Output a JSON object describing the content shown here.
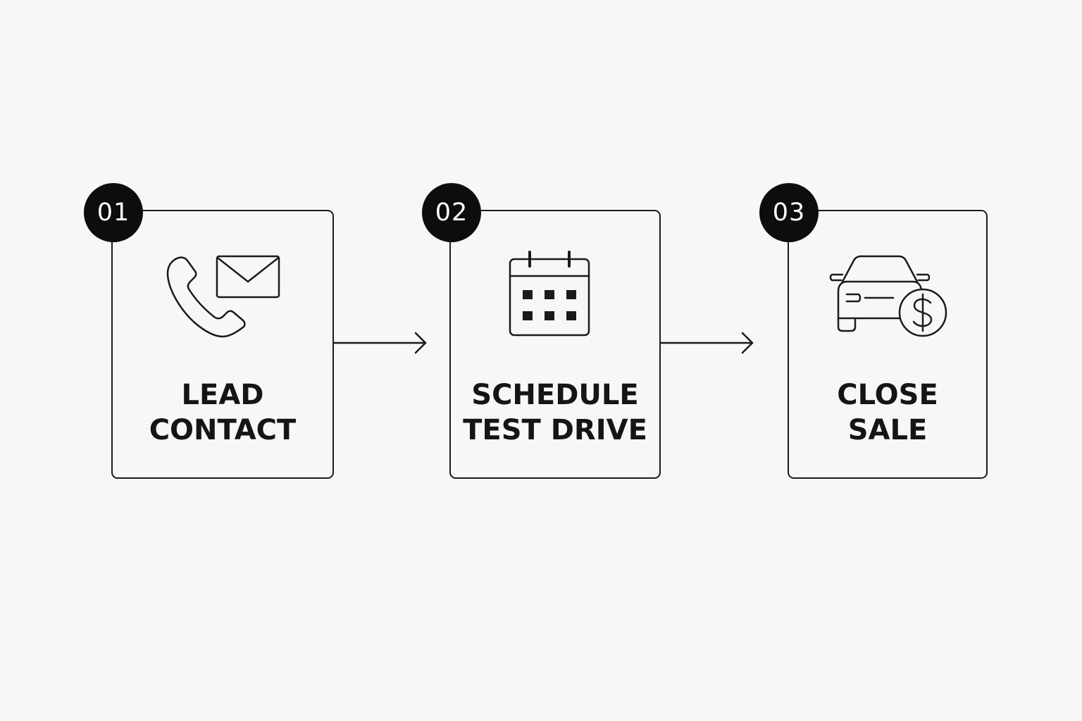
{
  "steps": [
    {
      "number": "01",
      "label_lines": [
        "LEAD",
        "CONTACT"
      ],
      "icon": "phone-mail-icon"
    },
    {
      "number": "02",
      "label_lines": [
        "SCHEDULE",
        "TEST DRIVE"
      ],
      "icon": "calendar-icon"
    },
    {
      "number": "03",
      "label_lines": [
        "CLOSE",
        "SALE"
      ],
      "icon": "car-dollar-icon"
    }
  ],
  "colors": {
    "background": "#f7f7f7",
    "stroke": "#1a1a1a",
    "badge": "#0d0d0d",
    "badge_text": "#ffffff"
  }
}
